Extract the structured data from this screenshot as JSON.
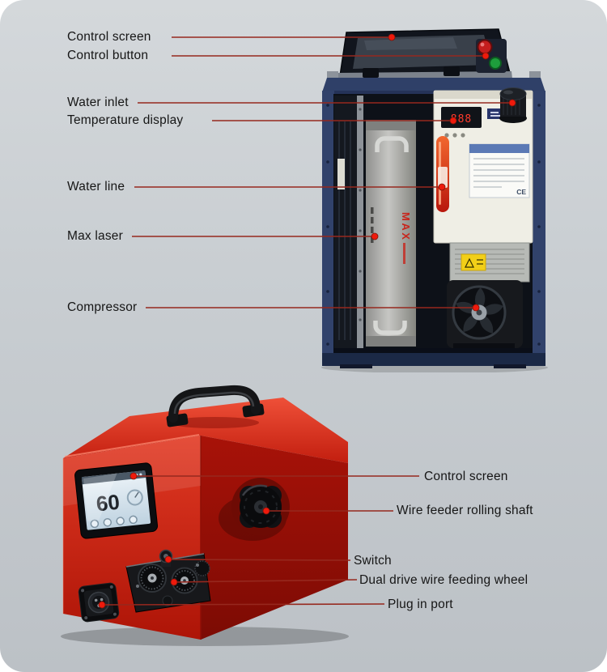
{
  "colors": {
    "leader_line": "#96281e",
    "leader_dot": "#ee1a0c",
    "background_top": "#d4d8db",
    "background_bottom": "#bcc1c6",
    "machine_navy": "#263358",
    "machine_red": "#d6281a"
  },
  "top_machine": {
    "labels": [
      {
        "text": "Control screen"
      },
      {
        "text": "Control button"
      },
      {
        "text": "Water inlet"
      },
      {
        "text": "Temperature display"
      },
      {
        "text": "Water line"
      },
      {
        "text": "Max laser"
      },
      {
        "text": "Compressor"
      }
    ],
    "markings": {
      "laser_brand": "MAX",
      "temp_display": "888",
      "ce_mark": "CE"
    }
  },
  "bottom_machine": {
    "labels": [
      {
        "text": "Control screen"
      },
      {
        "text": "Wire feeder rolling shaft"
      },
      {
        "text": "Switch"
      },
      {
        "text": "Dual drive wire feeding wheel"
      },
      {
        "text": "Plug in port"
      }
    ],
    "markings": {
      "screen_value": "60"
    }
  }
}
